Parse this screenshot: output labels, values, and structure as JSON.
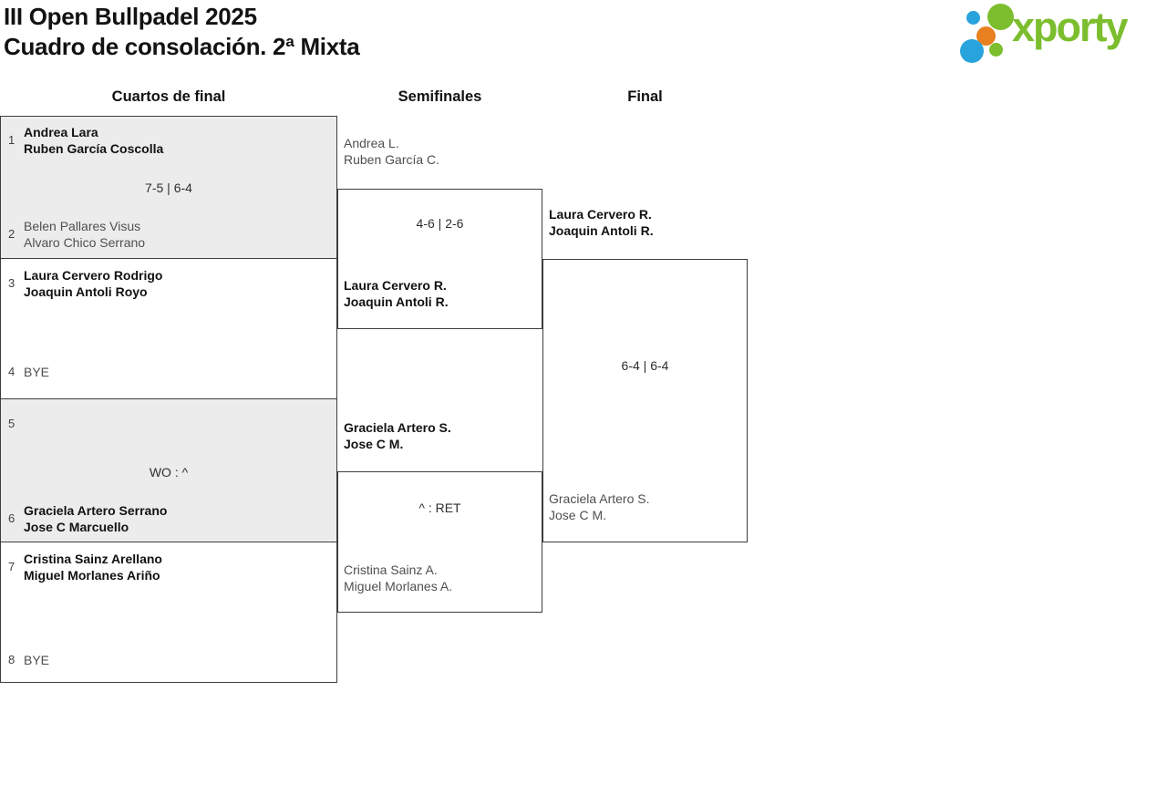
{
  "header": {
    "title": "III Open Bullpadel 2025",
    "subtitle": "Cuadro de consolación. 2ª Mixta",
    "brand": "xporty"
  },
  "colors": {
    "brand_green": "#7cbe2e",
    "brand_blue": "#29a3dc",
    "brand_orange": "#e8801f"
  },
  "rounds": [
    "Cuartos de final",
    "Semifinales",
    "Final"
  ],
  "matches": {
    "qf": [
      {
        "top": {
          "seed": "1",
          "p1": "Andrea Lara",
          "p2": "Ruben García Coscolla",
          "winner": true
        },
        "score": "7-5 | 6-4",
        "bottom": {
          "seed": "2",
          "p1": "Belen Pallares Visus",
          "p2": "Alvaro Chico Serrano",
          "winner": false
        }
      },
      {
        "top": {
          "seed": "3",
          "p1": "Laura Cervero Rodrigo",
          "p2": "Joaquin Antoli Royo",
          "winner": true
        },
        "score": "",
        "bottom": {
          "seed": "4",
          "p1": "BYE",
          "p2": "",
          "winner": false
        }
      },
      {
        "top": {
          "seed": "5",
          "p1": "",
          "p2": "",
          "winner": false
        },
        "score": "WO : ^",
        "bottom": {
          "seed": "6",
          "p1": "Graciela Artero Serrano",
          "p2": "Jose C Marcuello",
          "winner": true
        }
      },
      {
        "top": {
          "seed": "7",
          "p1": "Cristina Sainz Arellano",
          "p2": "Miguel Morlanes Ariño",
          "winner": true
        },
        "score": "",
        "bottom": {
          "seed": "8",
          "p1": "BYE",
          "p2": "",
          "winner": false
        }
      }
    ],
    "sf": [
      {
        "top": {
          "p1": "Andrea L.",
          "p2": "Ruben García C.",
          "winner": false
        },
        "score": "4-6 | 2-6",
        "bottom": {
          "p1": "Laura Cervero R.",
          "p2": "Joaquin Antoli R.",
          "winner": true
        }
      },
      {
        "top": {
          "p1": "Graciela Artero S.",
          "p2": "Jose C M.",
          "winner": true
        },
        "score": "^ : RET",
        "bottom": {
          "p1": "Cristina Sainz A.",
          "p2": "Miguel Morlanes A.",
          "winner": false
        }
      }
    ],
    "final": {
      "top": {
        "p1": "Laura Cervero R.",
        "p2": "Joaquin Antoli R.",
        "winner": true
      },
      "score": "6-4 | 6-4",
      "bottom": {
        "p1": "Graciela Artero S.",
        "p2": "Jose C M.",
        "winner": false
      }
    }
  }
}
